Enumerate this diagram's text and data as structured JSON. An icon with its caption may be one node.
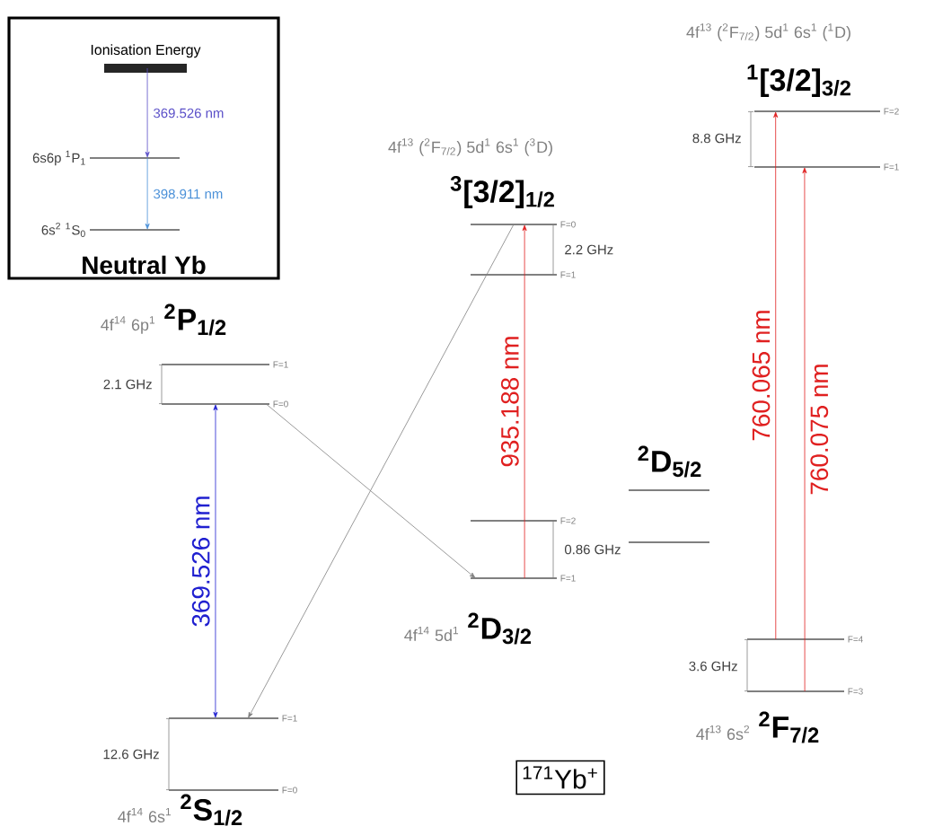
{
  "diagram": {
    "nodes": [
      {
        "text": [
          "Neutral Yb"
        ]
      },
      {
        "text": [
          "Ionisation Energy"
        ],
        "in": 0
      },
      {
        "text": [
          "6s6p $^{1}$P$_{1}$"
        ],
        "in": 0
      },
      {
        "text": [
          "6s$^{2}$ $^{1}$S$_{0}$"
        ],
        "in": 0
      },
      {
        "text": [
          "F=2"
        ],
        "beside": [
          "4f$^{13}$ ($^{2}$F$_{7/2}$) 5d$^{1}$ 6s$^{1}$ ($^{1}$D)",
          "$^{1}$[3/2]$_{3/2}$"
        ]
      },
      {
        "text": [
          "F=1"
        ]
      },
      {
        "text": [
          "F=0"
        ],
        "beside": [
          "4f$^{13}$ ($^{2}$F$_{7/2}$) 5d$^{1}$ 6s$^{1}$ ($^{3}$D)",
          "$^{3}$[3/2]$_{1/2}$"
        ]
      },
      {
        "text": [
          "F=1"
        ]
      },
      {
        "text": [
          "F=1"
        ],
        "beside": [
          "4f$^{14}$ 6p$^{1}$",
          "$^{2}$P$_{1/2}$"
        ]
      },
      {
        "text": [
          "F=0"
        ]
      },
      {
        "text": [],
        "shape": "bar",
        "beside": [
          "$^{2}$D$_{5/2}$"
        ]
      },
      {
        "text": [],
        "shape": "bar"
      },
      {
        "text": [
          "F=2"
        ]
      },
      {
        "text": [
          "F=1"
        ],
        "beside": [
          "4f$^{14}$ 5d$^{1}$",
          "$^{2}$D$_{3/2}$"
        ]
      },
      {
        "text": [
          "F=4"
        ]
      },
      {
        "text": [
          "F=3"
        ],
        "beside": [
          "4f$^{13}$ 6s$^{2}$",
          "$^{2}$F$_{7/2}$"
        ]
      },
      {
        "text": [
          "F=1"
        ]
      },
      {
        "text": [
          "F=0"
        ],
        "beside": [
          "4f$^{14}$ 6s$^{1}$",
          "$^{2}$S$_{1/2}$"
        ]
      },
      {
        "text": [
          "$^{171}$Yb$^{+}$"
        ]
      }
    ],
    "edges": [
      {
        "from": 1,
        "to": 2,
        "arrow": "to",
        "label": "369.526 nm",
        "color": "#5a4fc8"
      },
      {
        "from": 2,
        "to": 3,
        "arrow": "to",
        "label": "398.911 nm",
        "color": "#4a90d8"
      },
      {
        "from": 9,
        "to": 16,
        "arrow": "both",
        "label": "369.526 nm",
        "color": "#2020d0"
      },
      {
        "from": 9,
        "to": 13,
        "arrow": "to",
        "color": "#808080"
      },
      {
        "from": 13,
        "to": 6,
        "arrow": "to",
        "label": "935.188 nm",
        "color": "#e02020"
      },
      {
        "from": 6,
        "to": 16,
        "arrow": "to",
        "color": "#808080"
      },
      {
        "from": 14,
        "to": 4,
        "arrow": "to",
        "label": "760.065 nm",
        "color": "#e02020"
      },
      {
        "from": 15,
        "to": 5,
        "arrow": "to",
        "label": "760.075 nm",
        "color": "#e02020"
      }
    ],
    "labels": [
      "8.8 GHz",
      "2.2 GHz",
      "2.1 GHz",
      "0.86 GHz",
      "3.6 GHz",
      "12.6 GHz"
    ]
  }
}
